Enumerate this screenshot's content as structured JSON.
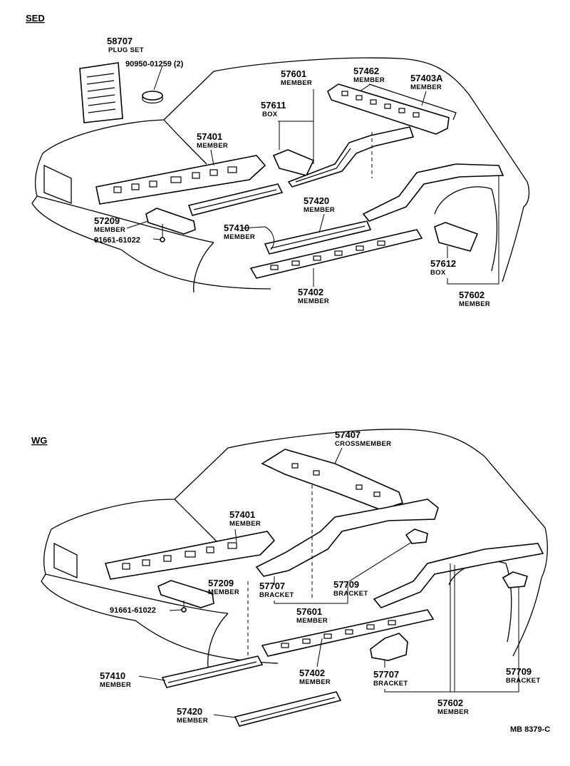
{
  "sections": {
    "sed": "SED",
    "wg": "WG"
  },
  "sed_parts": {
    "plug_set": {
      "number": "58707",
      "name": "PLUG SET"
    },
    "plug_qty": {
      "number": "90950-01259 (2)"
    },
    "box_57611": {
      "number": "57611",
      "name": "BOX"
    },
    "member_57601": {
      "number": "57601",
      "name": "MEMBER"
    },
    "member_57462": {
      "number": "57462",
      "name": "MEMBER"
    },
    "member_57403a": {
      "number": "57403A",
      "name": "MEMBER"
    },
    "member_57401": {
      "number": "57401",
      "name": "MEMBER"
    },
    "member_57209": {
      "number": "57209",
      "name": "MEMBER"
    },
    "bolt_91661": {
      "number": "91661-61022"
    },
    "member_57410": {
      "number": "57410",
      "name": "MEMBER"
    },
    "member_57420": {
      "number": "57420",
      "name": "MEMBER"
    },
    "member_57402": {
      "number": "57402",
      "name": "MEMBER"
    },
    "box_57612": {
      "number": "57612",
      "name": "BOX"
    },
    "member_57602": {
      "number": "57602",
      "name": "MEMBER"
    }
  },
  "wg_parts": {
    "crossmember_57407": {
      "number": "57407",
      "name": "CROSSMEMBER"
    },
    "member_57401": {
      "number": "57401",
      "name": "MEMBER"
    },
    "member_57209": {
      "number": "57209",
      "name": "MEMBER"
    },
    "bolt_91661": {
      "number": "91661-61022"
    },
    "bracket_57707_a": {
      "number": "57707",
      "name": "BRACKET"
    },
    "bracket_57709_a": {
      "number": "57709",
      "name": "BRACKET"
    },
    "member_57601": {
      "number": "57601",
      "name": "MEMBER"
    },
    "member_57410": {
      "number": "57410",
      "name": "MEMBER"
    },
    "member_57402": {
      "number": "57402",
      "name": "MEMBER"
    },
    "bracket_57707_b": {
      "number": "57707",
      "name": "BRACKET"
    },
    "bracket_57709_b": {
      "number": "57709",
      "name": "BRACKET"
    },
    "member_57420": {
      "number": "57420",
      "name": "MEMBER"
    },
    "member_57602": {
      "number": "57602",
      "name": "MEMBER"
    }
  },
  "reference_code": "MB  8379-C"
}
